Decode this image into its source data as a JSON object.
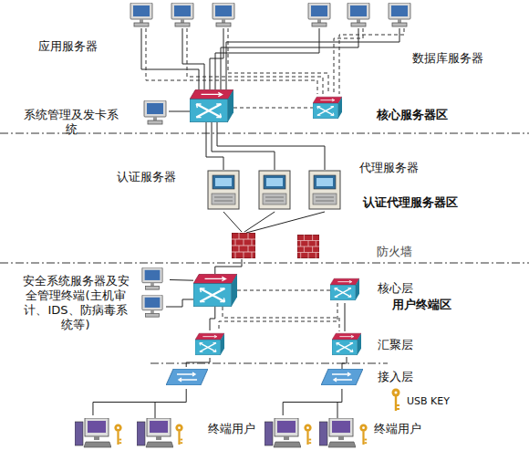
{
  "diagram": {
    "nodes": [
      {
        "text": [
          "应用服务器"
        ]
      },
      {
        "text": [
          "数据库服务器"
        ]
      },
      {
        "text": [
          "系统管理及发卡系统"
        ]
      },
      {
        "text": [
          "认证服务器"
        ]
      },
      {
        "text": [
          "代理服务器"
        ]
      },
      {
        "text": [
          "防火墙"
        ]
      },
      {
        "text": [
          "安全系统服务器及安全管理终端(主机审计、IDS、防病毒系统等)"
        ]
      },
      {
        "text": [
          "核心层"
        ]
      },
      {
        "text": [
          "汇聚层"
        ]
      },
      {
        "text": [
          "接入层"
        ]
      },
      {
        "text": [
          "终端用户"
        ]
      },
      {
        "text": [
          "终端用户"
        ]
      }
    ],
    "edges": [
      {
        "from": 3,
        "to": 5,
        "arrow": "none"
      },
      {
        "from": 4,
        "to": 5,
        "arrow": "none"
      },
      {
        "from": 5,
        "to": 7,
        "arrow": "none"
      },
      {
        "from": 6,
        "to": 7,
        "arrow": "none"
      },
      {
        "from": 7,
        "to": 8,
        "arrow": "none"
      },
      {
        "from": 8,
        "to": 9,
        "arrow": "none"
      },
      {
        "from": 9,
        "to": 10,
        "arrow": "none"
      },
      {
        "from": 9,
        "to": 11,
        "arrow": "none"
      }
    ],
    "labels": [
      "核心服务器区",
      "认证代理服务器区",
      "用户终端区",
      "USB KEY"
    ]
  }
}
